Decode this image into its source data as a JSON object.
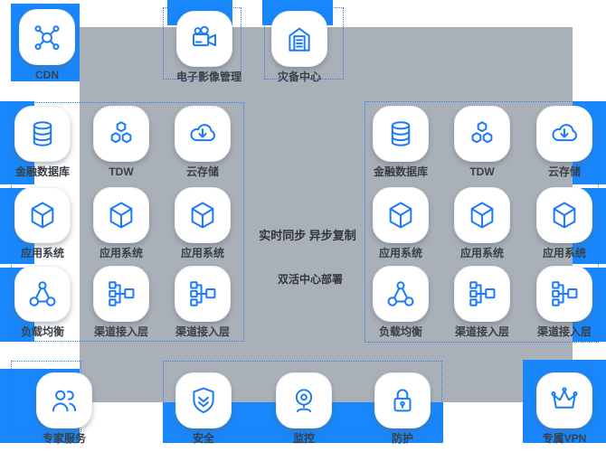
{
  "colors": {
    "accent_blue": "#1787fb",
    "icon_blue": "#1a7af8",
    "panel_gray": "#a9b0b8",
    "dashed_blue": "#2b7df7",
    "label_dark": "#3a4046"
  },
  "top_row": [
    {
      "label": "CDN",
      "icon": "cdn-network-icon"
    },
    {
      "label": "电子影像管理",
      "icon": "video-camera-icon"
    },
    {
      "label": "灾备中心",
      "icon": "disaster-recovery-house-icon"
    }
  ],
  "center_text": {
    "line1": "实时同步 异步复制",
    "line2": "双活中心部署"
  },
  "left_group": {
    "rows": [
      [
        {
          "label": "金融数据库",
          "icon": "database-icon"
        },
        {
          "label": "TDW",
          "icon": "hexagon-cluster-icon"
        },
        {
          "label": "云存储",
          "icon": "cloud-download-icon"
        }
      ],
      [
        {
          "label": "应用系统",
          "icon": "cube-icon"
        },
        {
          "label": "应用系统",
          "icon": "cube-icon"
        },
        {
          "label": "应用系统",
          "icon": "cube-icon"
        }
      ],
      [
        {
          "label": "负载均衡",
          "icon": "load-balancer-icon"
        },
        {
          "label": "渠道接入层",
          "icon": "access-layer-tree-icon"
        },
        {
          "label": "渠道接入层",
          "icon": "access-layer-tree-icon"
        }
      ]
    ]
  },
  "right_group": {
    "rows": [
      [
        {
          "label": "金融数据库",
          "icon": "database-icon"
        },
        {
          "label": "TDW",
          "icon": "hexagon-cluster-icon"
        },
        {
          "label": "云存储",
          "icon": "cloud-download-icon"
        }
      ],
      [
        {
          "label": "应用系统",
          "icon": "cube-icon"
        },
        {
          "label": "应用系统",
          "icon": "cube-icon"
        },
        {
          "label": "应用系统",
          "icon": "cube-icon"
        }
      ],
      [
        {
          "label": "负载均衡",
          "icon": "load-balancer-icon"
        },
        {
          "label": "渠道接入层",
          "icon": "access-layer-tree-icon"
        },
        {
          "label": "渠道接入层",
          "icon": "access-layer-tree-icon"
        }
      ]
    ]
  },
  "bottom_row": [
    {
      "label": "专家服务",
      "icon": "users-icon"
    },
    {
      "label": "安全",
      "icon": "shield-icon"
    },
    {
      "label": "监控",
      "icon": "webcam-icon"
    },
    {
      "label": "防护",
      "icon": "lock-icon"
    },
    {
      "label": "专属VPN",
      "icon": "crown-icon"
    }
  ]
}
